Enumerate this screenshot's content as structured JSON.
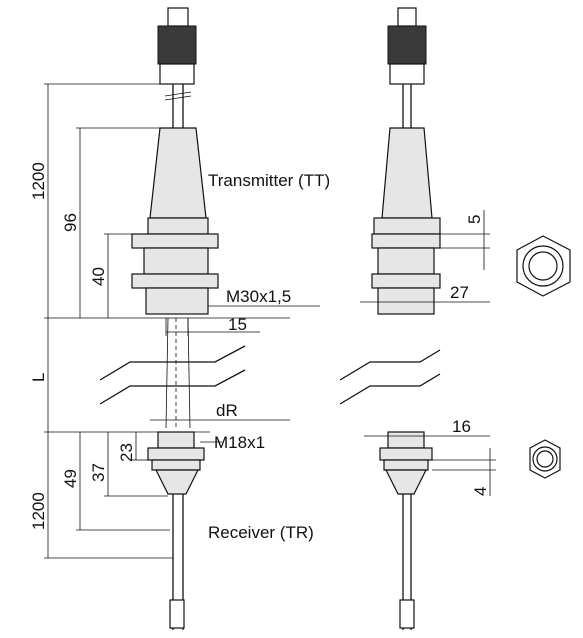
{
  "labels": {
    "transmitter": "Transmitter (TT)",
    "receiver": "Receiver (TR)",
    "thread_tt": "M30x1,5",
    "thread_tr": "M18x1",
    "dim_dr": "dR",
    "dim_l": "L"
  },
  "dimensions": {
    "cable_tt": "1200",
    "length_tt": "96",
    "thread_len_tt": "40",
    "nut_tt": "5",
    "width_tt": "27",
    "tip_tt": "15",
    "cable_tr": "1200",
    "length_tr": "49",
    "body_tr": "37",
    "thread_len_tr": "23",
    "width_tr": "16",
    "nut_tr": "4"
  }
}
